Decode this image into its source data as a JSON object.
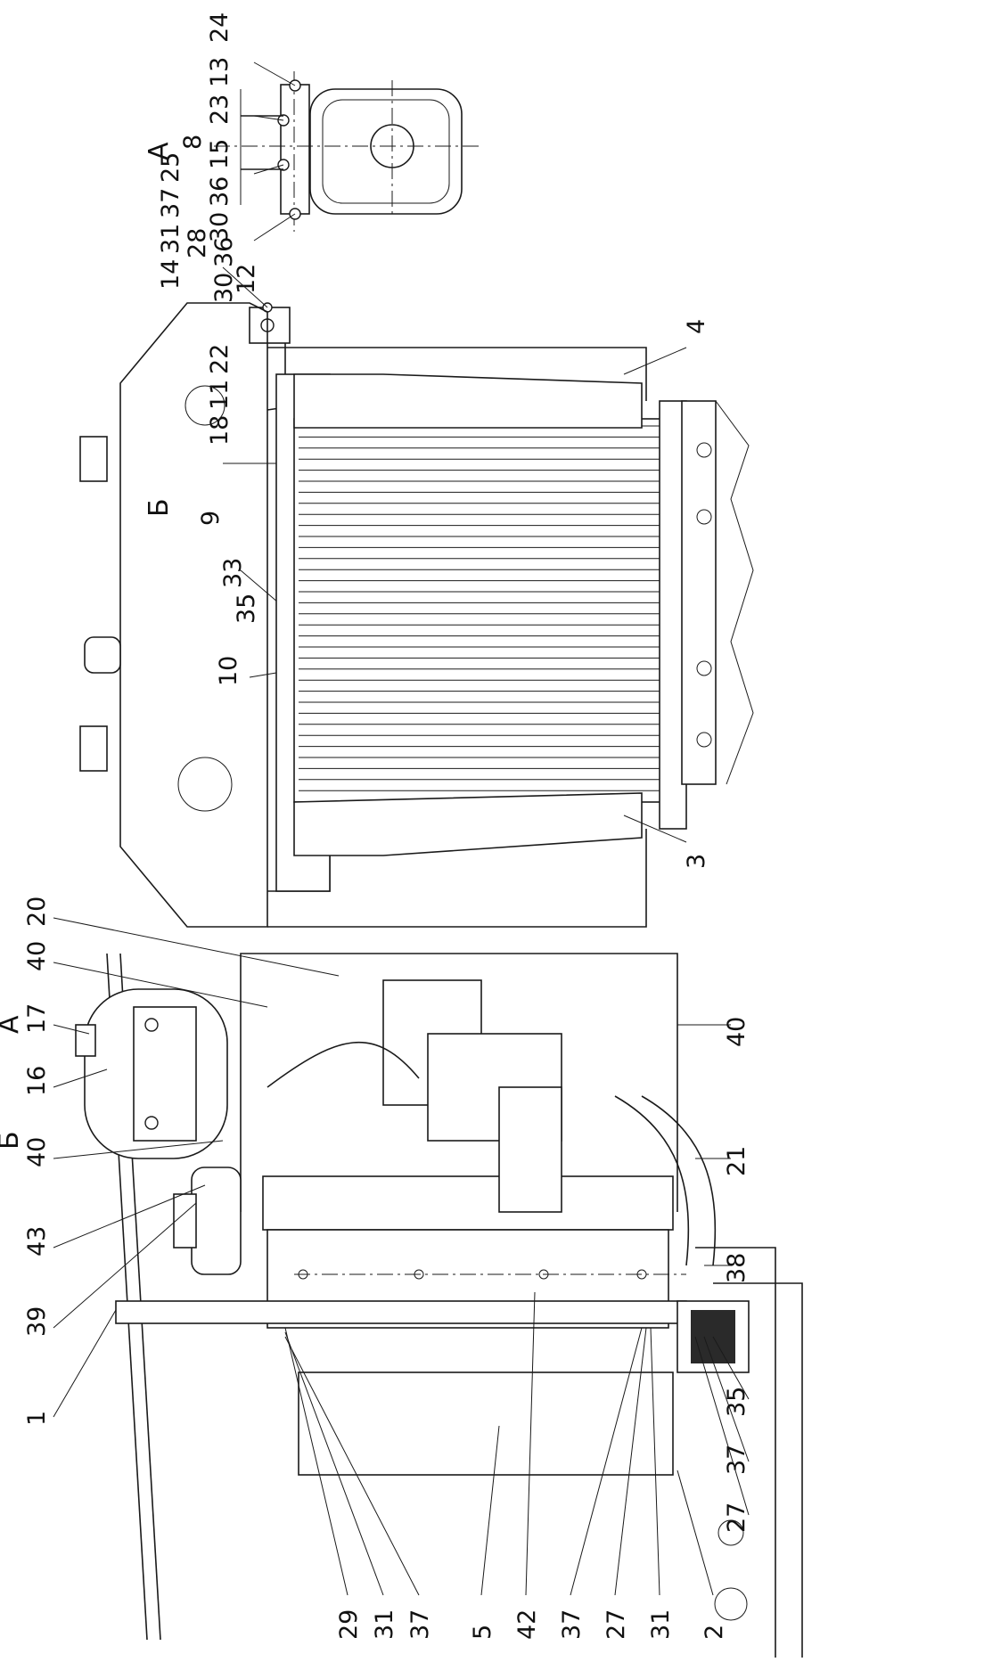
{
  "views": {
    "side": {
      "view_marker_a": "А",
      "view_marker_b": "Б",
      "callouts": [
        "1",
        "39",
        "43",
        "40",
        "16",
        "17",
        "40",
        "20",
        "40",
        "21",
        "38",
        "35",
        "37",
        "27",
        "29",
        "31",
        "37",
        "5",
        "42",
        "37",
        "27",
        "31",
        "2"
      ]
    },
    "front": {
      "callouts": [
        "3",
        "4"
      ]
    },
    "view_a": {
      "title": "А",
      "callouts": [
        "24",
        "13",
        "23",
        "15",
        "36",
        "30",
        "8",
        "25",
        "37",
        "31",
        "14",
        "28",
        "36",
        "30",
        "12"
      ]
    },
    "view_b": {
      "title": "Б",
      "callouts": [
        "22",
        "11",
        "18",
        "9",
        "33",
        "35",
        "10"
      ]
    }
  }
}
